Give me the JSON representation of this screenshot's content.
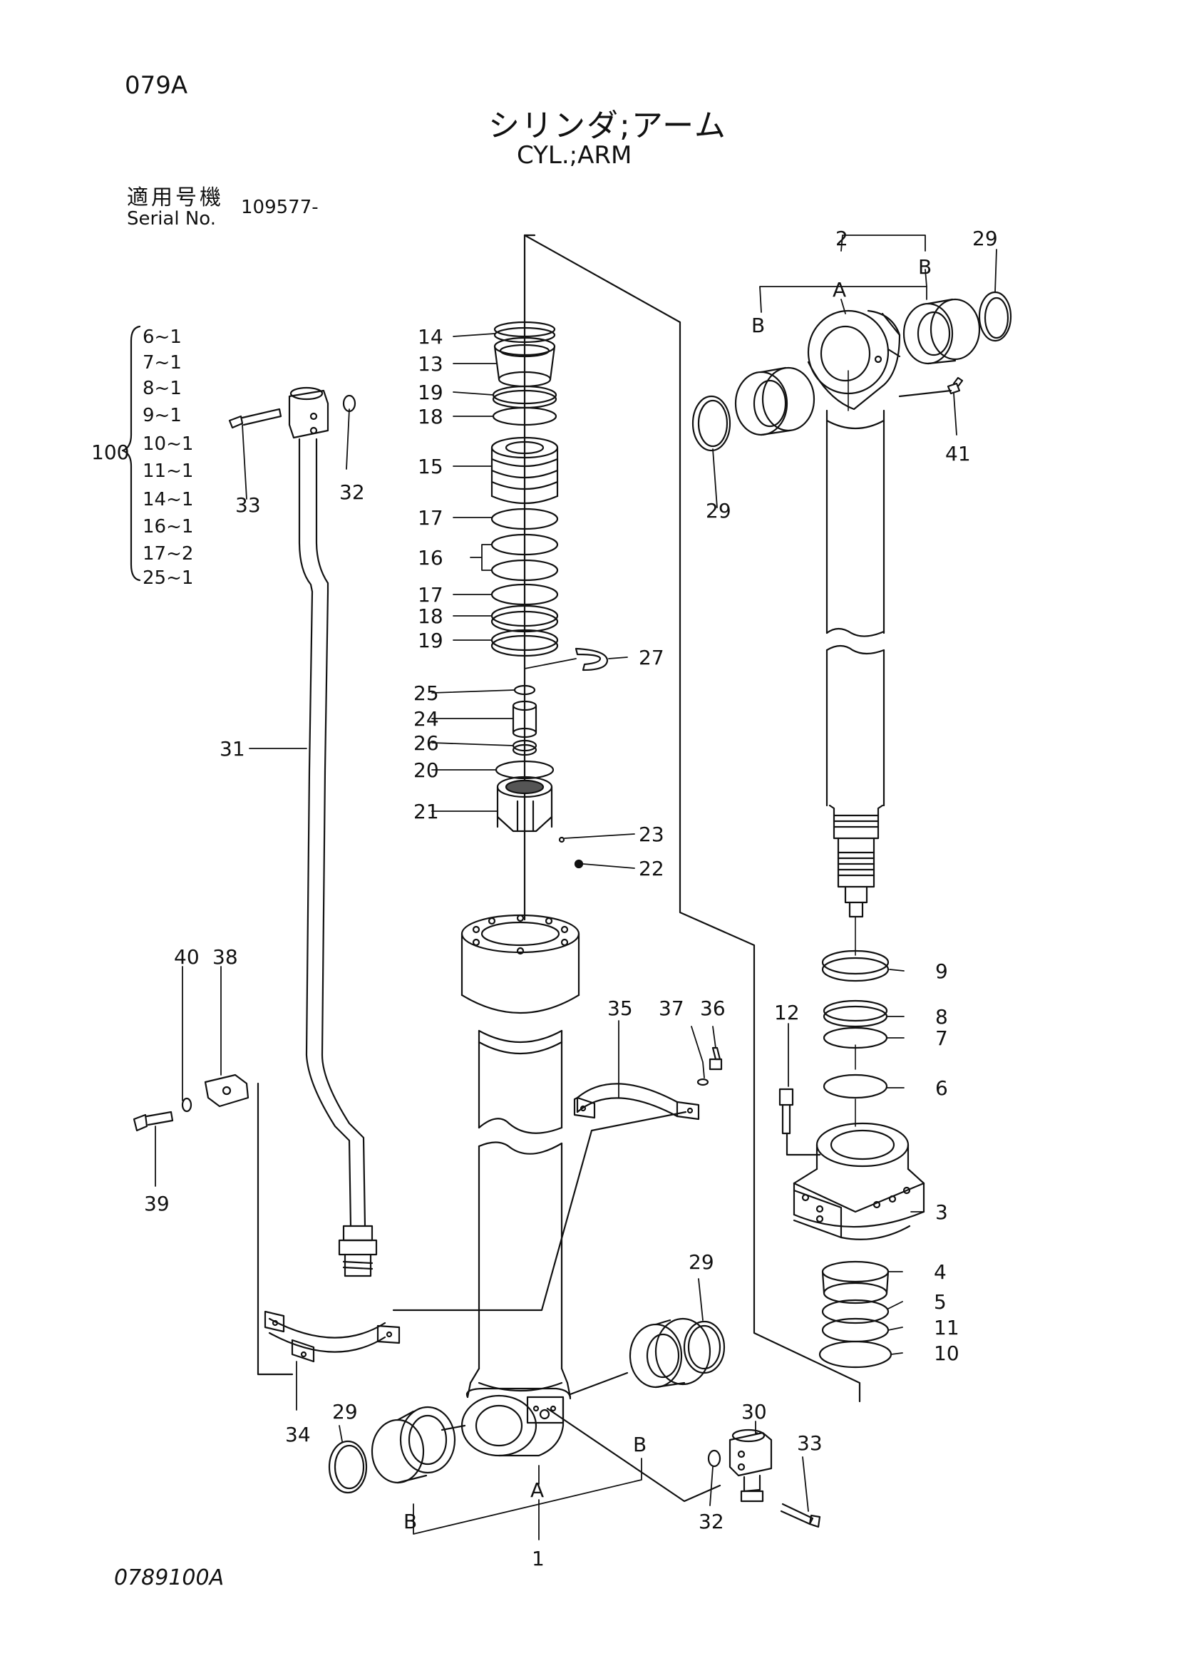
{
  "header": {
    "page_code": "079A",
    "title_jp": "シリンダ;アーム",
    "title_en": "CYL.;ARM",
    "serial_label_jp": "適用号機",
    "serial_label_en": "Serial No.",
    "serial_value": "109577-"
  },
  "footer": {
    "drawing_code": "0789100A"
  },
  "kit": {
    "label": "100",
    "items": [
      "6~1",
      "7~1",
      "8~1",
      "9~1",
      "10~1",
      "11~1",
      "14~1",
      "16~1",
      "17~2",
      "25~1"
    ]
  },
  "callouts": {
    "p1": "1",
    "p2": "2",
    "p3": "3",
    "p4": "4",
    "p5": "5",
    "p6": "6",
    "p7": "7",
    "p8": "8",
    "p9": "9",
    "p10": "10",
    "p11": "11",
    "p12": "12",
    "p13": "13",
    "p14": "14",
    "p15": "15",
    "p16": "16",
    "p17a": "17",
    "p17b": "17",
    "p18a": "18",
    "p18b": "18",
    "p19a": "19",
    "p19b": "19",
    "p20": "20",
    "p21": "21",
    "p22": "22",
    "p23": "23",
    "p24": "24",
    "p25": "25",
    "p26": "26",
    "p27": "27",
    "p29a": "29",
    "p29b": "29",
    "p29c": "29",
    "p29d": "29",
    "p30": "30",
    "p31": "31",
    "p32a": "32",
    "p32b": "32",
    "p33a": "33",
    "p33b": "33",
    "p34": "34",
    "p35": "35",
    "p36": "36",
    "p37": "37",
    "p38": "38",
    "p39": "39",
    "p40": "40",
    "p41": "41",
    "A_top": "A",
    "B_top_left": "B",
    "B_top_right": "B",
    "A_bot": "A",
    "B_bot_left": "B",
    "B_bot_right": "B"
  }
}
